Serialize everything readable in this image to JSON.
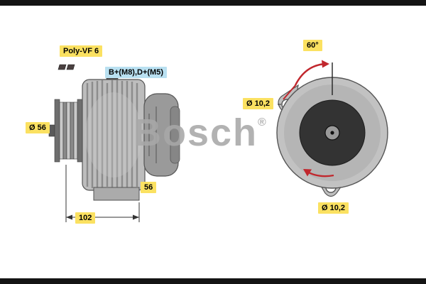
{
  "watermark": {
    "text": "Bosch",
    "registered": "®"
  },
  "side_view": {
    "belt_label": "Poly-VF 6",
    "terminals_label": "B+(M8),D+(M5)",
    "pulley_diameter": "Ø 56",
    "rear_length": "56",
    "total_length": "102"
  },
  "front_view": {
    "mount_angle": "60°",
    "hole_top": "Ø 10,2",
    "hole_bottom": "Ø 10,2"
  },
  "colors": {
    "dimension_label_bg": "#fbe161",
    "terminal_label_bg": "#b9e0f1",
    "annotation_red": "#c1272d",
    "watermark": "#a8a8a8"
  }
}
